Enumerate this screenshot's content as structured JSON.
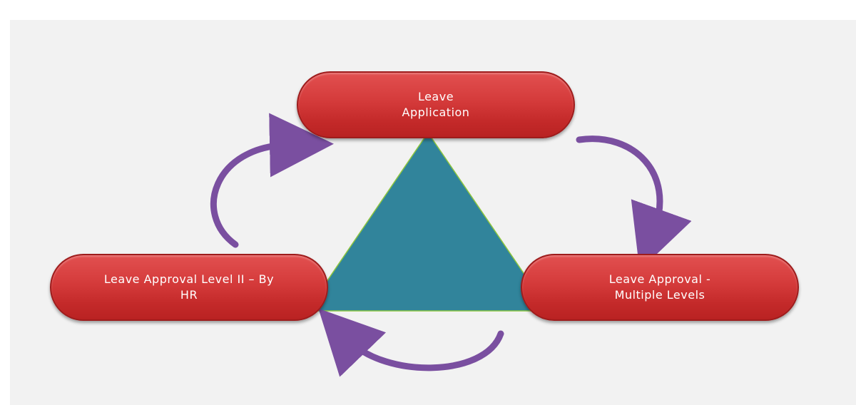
{
  "diagram": {
    "nodes": {
      "top": "Leave\nApplication",
      "right": "Leave  Approval -\nMultiple Levels",
      "left": "Leave  Approval Level II – By\nHR"
    },
    "colors": {
      "panel": "#f2f2f2",
      "triangle": "#31849b",
      "triangle_edge": "#8dc63f",
      "node_fill": "#d43a3a",
      "arrow": "#7a4fa0"
    }
  }
}
